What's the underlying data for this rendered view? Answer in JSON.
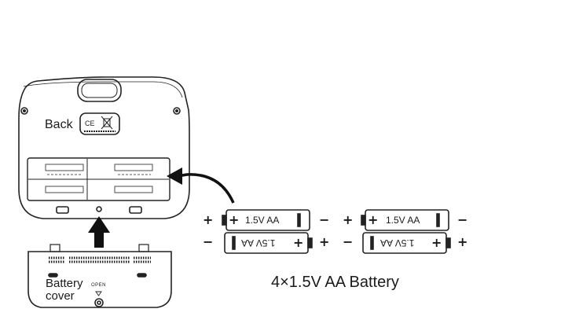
{
  "device": {
    "back_label": "Back"
  },
  "cover": {
    "label_line1": "Battery",
    "label_line2": "cover",
    "open_label": "OPEN"
  },
  "battery": {
    "label": "1.5V  AA",
    "plus": "+",
    "minus": "−"
  },
  "caption": "4×1.5V AA Battery",
  "icons": [
    "arrow-up-icon",
    "curved-arrow-icon",
    "battery-icon",
    "screw-icon",
    "ce-mark-icon",
    "weee-bin-icon"
  ]
}
